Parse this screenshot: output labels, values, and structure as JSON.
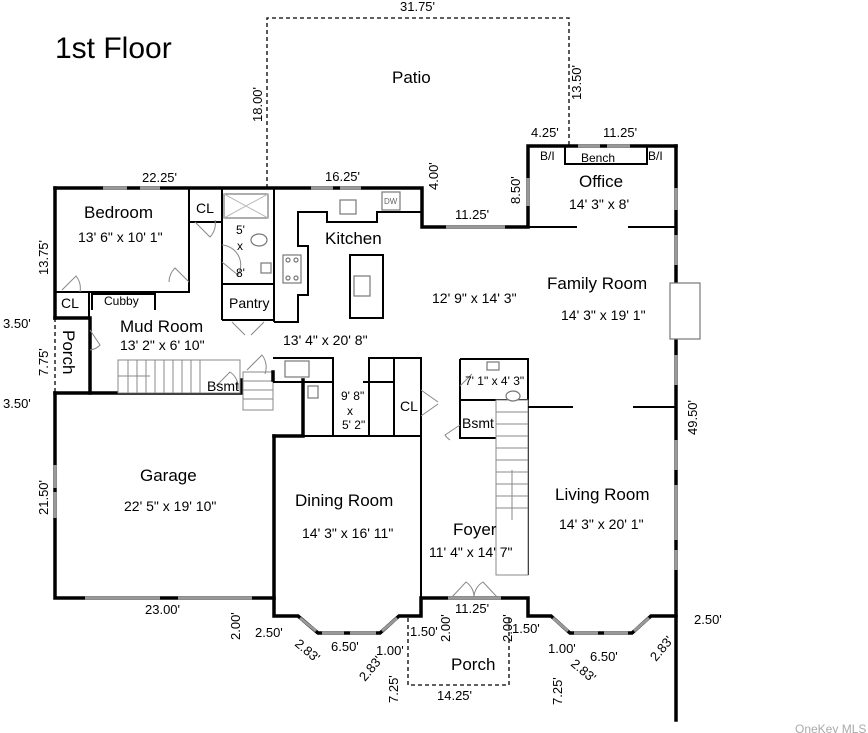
{
  "title": "1st Floor",
  "watermark": "OneKey MLS",
  "rooms": {
    "patio": {
      "name": "Patio"
    },
    "office": {
      "name": "Office",
      "size": "14' 3\" x 8'"
    },
    "bench": {
      "name": "Bench"
    },
    "bi_left": {
      "name": "B/I"
    },
    "bi_right": {
      "name": "B/I"
    },
    "bedroom": {
      "name": "Bedroom",
      "size": "13' 6\" x 10' 1\""
    },
    "cl_bedroom": {
      "name": "CL"
    },
    "cl_mud": {
      "name": "CL"
    },
    "cubby": {
      "name": "Cubby"
    },
    "bath_small": {
      "w": "5'",
      "x": "x",
      "h": "8'"
    },
    "pantry": {
      "name": "Pantry"
    },
    "kitchen": {
      "name": "Kitchen",
      "size": "13' 4\" x 20' 8\""
    },
    "dw": {
      "name": "DW"
    },
    "dinette": {
      "size": "12' 9\" x 14' 3\""
    },
    "family": {
      "name": "Family Room",
      "size": "14' 3\" x 19' 1\""
    },
    "mud": {
      "name": "Mud Room",
      "size": "13' 2\" x 6' 10\""
    },
    "porch_side": {
      "name": "Porch"
    },
    "bsmt_mud": {
      "name": "Bsmt"
    },
    "bsmt_foyer": {
      "name": "Bsmt"
    },
    "butler": {
      "w": "9' 8\"",
      "x": "x",
      "h": "5' 2\""
    },
    "cl_foyer": {
      "name": "CL"
    },
    "half_bath": {
      "size": "7' 1\" x 4' 3\""
    },
    "garage": {
      "name": "Garage",
      "size": "22' 5\" x 19' 10\""
    },
    "dining": {
      "name": "Dining Room",
      "size": "14' 3\" x 16' 11\""
    },
    "foyer": {
      "name": "Foyer",
      "size": "11' 4\" x 14' 7\""
    },
    "living": {
      "name": "Living Room",
      "size": "14' 3\" x 20' 1\""
    },
    "porch_front": {
      "name": "Porch"
    }
  },
  "measurements": {
    "patio_top": "31.75'",
    "patio_left": "18.00'",
    "patio_right": "13.50'",
    "office_top_left": "4.25'",
    "office_top_right": "11.25'",
    "bedroom_top": "22.25'",
    "kitchen_top": "16.25'",
    "kitchen_jog": "4.00'",
    "family_top": "11.25'",
    "office_left": "8.50'",
    "bedroom_left": "13.75'",
    "porch_top_jog": "3.50'",
    "porch_side_len": "7.75'",
    "porch_bottom_jog": "3.50'",
    "garage_left": "21.50'",
    "garage_bottom": "23.00'",
    "right_side": "49.50'",
    "bay_l_jog": "2.00'",
    "bay_l_step": "2.50'",
    "bay_l_diag1": "2.83'",
    "bay_l_front": "6.50'",
    "bay_l_diag2": "2.83'",
    "bay_l_return": "1.00'",
    "porch_l_offset": "1.50'",
    "porch_l_jog": "2.00'",
    "entry_width": "11.25'",
    "porch_r_jog": "2.00'",
    "porch_r_offset": "1.50'",
    "porch_depth_l": "7.25'",
    "porch_width": "14.25'",
    "porch_depth_r": "7.25'",
    "bay_r_return": "1.00'",
    "bay_r_diag1": "2.83'",
    "bay_r_front": "6.50'",
    "bay_r_diag2": "2.83'",
    "bay_r_step": "2.50'"
  }
}
